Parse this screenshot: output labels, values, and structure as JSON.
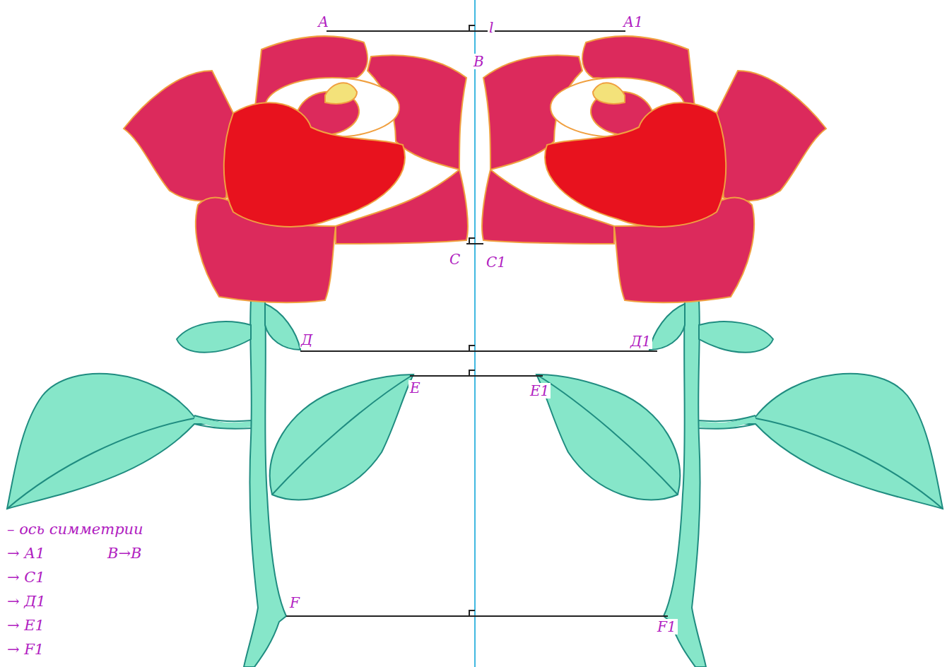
{
  "diagram": {
    "labels": [
      "А",
      "l",
      "А1",
      "В",
      "С",
      "С1",
      "Д",
      "Д1",
      "Е",
      "Е1",
      "F",
      "F1",
      "– ось симметрии",
      "→ А1",
      "В→В",
      "→ С1",
      "→ Д1",
      "→ Е1",
      "→ F1"
    ]
  }
}
